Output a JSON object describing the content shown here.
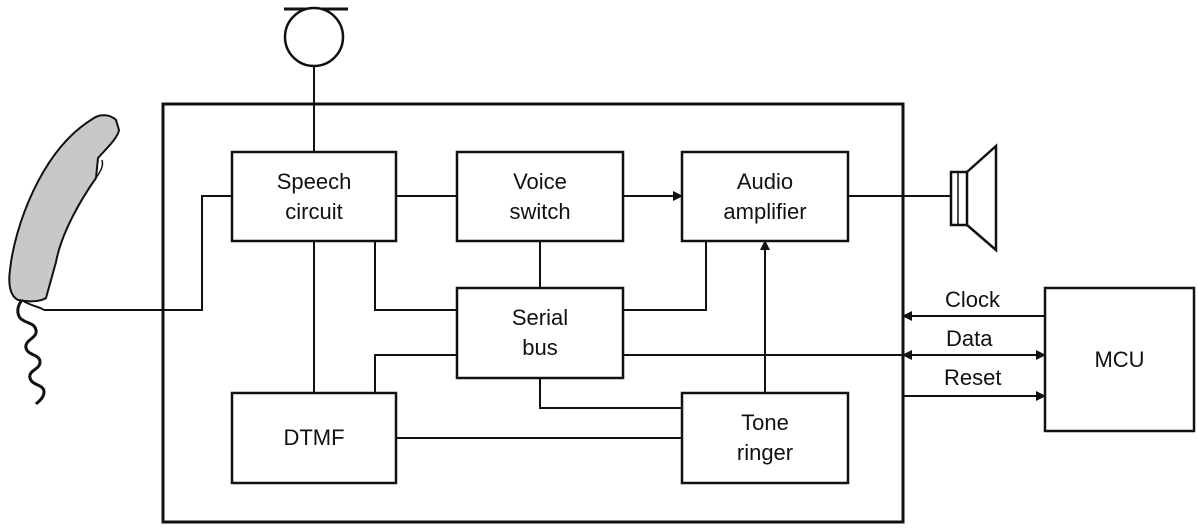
{
  "blocks": {
    "speech_circuit": "Speech\ncircuit",
    "voice_switch": "Voice\nswitch",
    "audio_amplifier": "Audio\namplifier",
    "serial_bus": "Serial\nbus",
    "dtmf": "DTMF",
    "tone_ringer": "Tone\nringer",
    "mcu": "MCU"
  },
  "signals": {
    "clock": "Clock",
    "data": "Data",
    "reset": "Reset"
  },
  "icons": {
    "handset": "telephone-handset-icon",
    "microphone": "microphone-icon",
    "speaker": "loudspeaker-icon"
  },
  "colors": {
    "line": "#111111",
    "handset_fill": "#c8c8c8"
  }
}
